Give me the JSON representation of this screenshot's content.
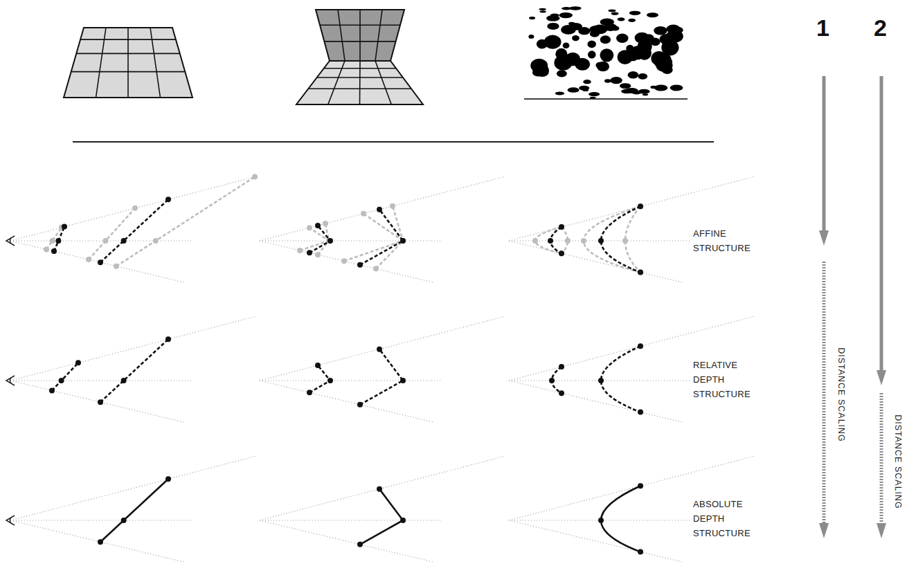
{
  "diagram": {
    "labels": [
      "1",
      "2",
      "AFFINE STRUCTURE",
      "RELATIVE DEPTH STRUCTURE",
      "ABSOLUTE DEPTH STRUCTURE",
      "DISTANCE SCALING",
      "DISTANCE SCALING"
    ]
  }
}
